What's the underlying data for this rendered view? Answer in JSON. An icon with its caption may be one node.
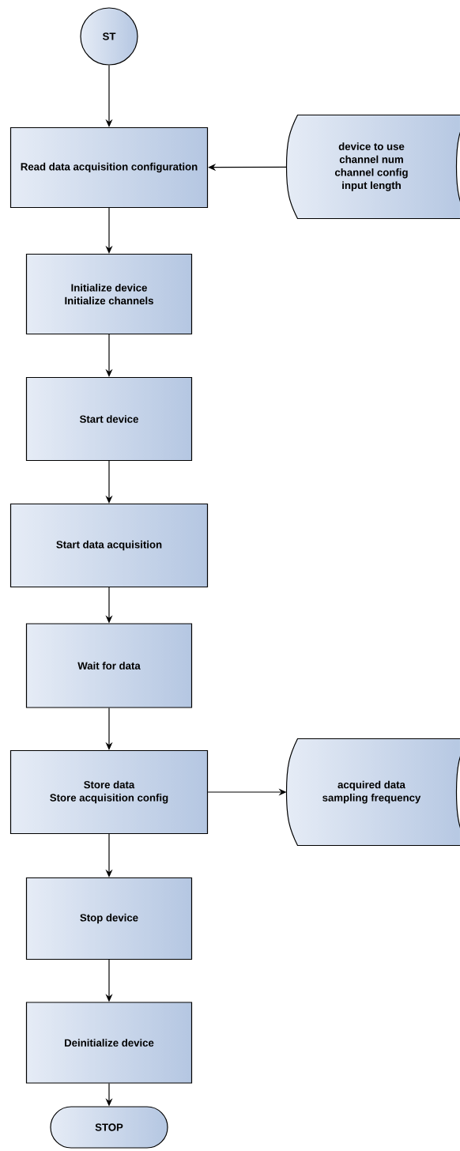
{
  "diagram": {
    "nodes": [
      {
        "text": [
          "ST"
        ]
      },
      {
        "text": [
          "Read data acquisition configuration"
        ]
      },
      {
        "text": [
          "device to use",
          "channel num",
          "channel config",
          "input length"
        ]
      },
      {
        "text": [
          "Initialize device",
          "Initialize channels"
        ]
      },
      {
        "text": [
          "Start device"
        ]
      },
      {
        "text": [
          "Start data acquisition"
        ]
      },
      {
        "text": [
          "Wait for data"
        ]
      },
      {
        "text": [
          "Store data",
          "Store acquisition config"
        ]
      },
      {
        "text": [
          "acquired data",
          "sampling frequency"
        ]
      },
      {
        "text": [
          "Stop device"
        ]
      },
      {
        "text": [
          "Deinitialize device"
        ]
      },
      {
        "text": [
          "STOP"
        ]
      }
    ],
    "edges": [
      {
        "from": 0,
        "to": 1,
        "arrow": "to"
      },
      {
        "from": 2,
        "to": 1,
        "arrow": "to"
      },
      {
        "from": 1,
        "to": 3,
        "arrow": "to"
      },
      {
        "from": 3,
        "to": 4,
        "arrow": "to"
      },
      {
        "from": 4,
        "to": 5,
        "arrow": "to"
      },
      {
        "from": 5,
        "to": 6,
        "arrow": "to"
      },
      {
        "from": 6,
        "to": 7,
        "arrow": "to"
      },
      {
        "from": 7,
        "to": 8,
        "arrow": "to"
      },
      {
        "from": 7,
        "to": 9,
        "arrow": "to"
      },
      {
        "from": 9,
        "to": 10,
        "arrow": "to"
      },
      {
        "from": 10,
        "to": 11,
        "arrow": "to"
      }
    ]
  }
}
